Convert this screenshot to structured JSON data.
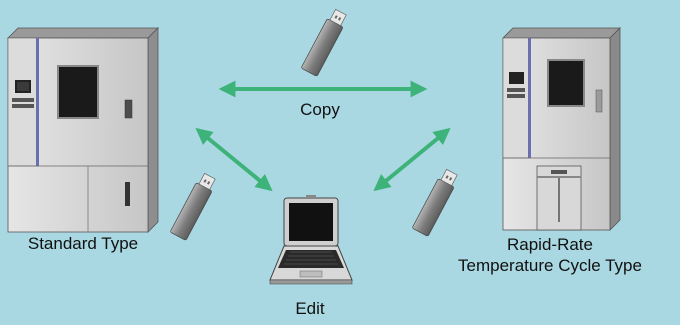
{
  "labels": {
    "copy": "Copy",
    "edit": "Edit",
    "standard_type": "Standard Type",
    "rapid_rate_line1": "Rapid-Rate",
    "rapid_rate_line2": "Temperature Cycle Type"
  },
  "colors": {
    "background": "#a9d8e2",
    "arrow": "#3db37a",
    "chamber_body": "#d3d3d3",
    "usb_body": "#8a8a8a"
  },
  "icons": [
    "chamber-standard-icon",
    "chamber-rapid-rate-icon",
    "laptop-icon",
    "usb-stick-icon",
    "double-arrow-icon"
  ]
}
